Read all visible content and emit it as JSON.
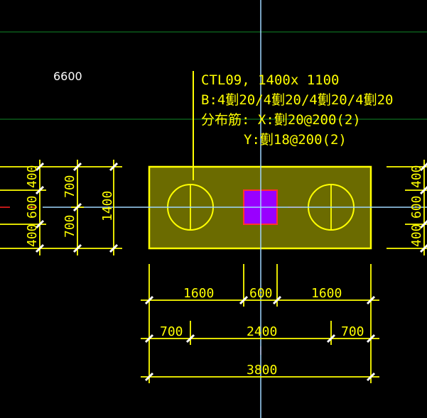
{
  "colors": {
    "background": "#000000",
    "annotation": "#ffff00",
    "cap_fill": "#6b6b00",
    "column_fill": "#9900ff",
    "column_edge": "#ff3030",
    "axis_line": "#a0d8ff",
    "grid_line": "#0a5a1a",
    "label_text": "#ffffff"
  },
  "grid_label": "6600",
  "annotation": {
    "line1": "CTL09, 1400x 1100",
    "line2": "B:4劐20/4劐20/4劐20/4劐20",
    "line3": "分布筋: X:劐20@200(2)",
    "line4": "Y:劐18@200(2)"
  },
  "dims_bottom": {
    "row1": [
      "1600",
      "600",
      "1600"
    ],
    "row2": [
      "700",
      "2400",
      "700"
    ],
    "row3": [
      "3800"
    ]
  },
  "dims_left": {
    "inner": [
      "400",
      "600",
      "400"
    ],
    "middle": [
      "700",
      "700"
    ],
    "outer": "1400"
  },
  "dims_right": {
    "inner": [
      "400",
      "600",
      "400"
    ]
  }
}
